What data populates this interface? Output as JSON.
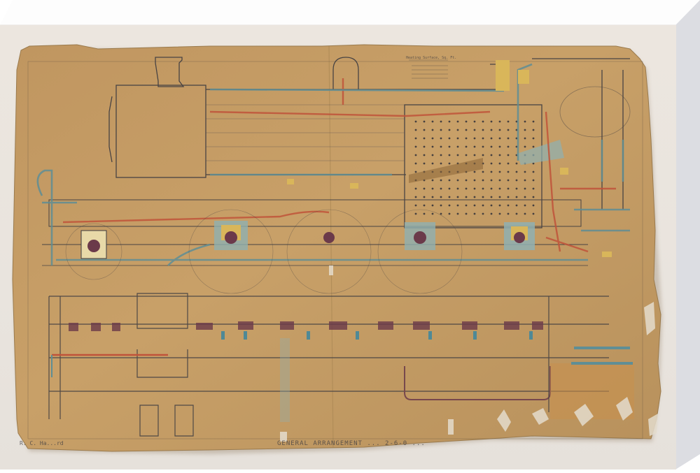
{
  "scene": {
    "type": "canvas-print-mockup",
    "subject": "vintage locomotive general arrangement engineering drawing",
    "colors": {
      "canvas_top": "#fdfdfd",
      "canvas_side": "#dcdde2",
      "wall": "#ebe5de",
      "paper": "#c69c62",
      "paper_dark": "#a97f47",
      "ink": "#3b3a40",
      "red_line": "#c0533a",
      "blue_line": "#5f8e95",
      "yellow_fill": "#d9b65a",
      "purple_fill": "#6b3a4a"
    }
  },
  "drawing": {
    "views": [
      "side-elevation",
      "plan-view"
    ],
    "labels": {
      "bottom_left_signature": "R. C. Ha...rd",
      "bottom_title": "GENERAL ARRANGEMENT ... 2-6-0 ...",
      "dimension_table_title": "Heating Surface, Sq. Ft."
    }
  }
}
